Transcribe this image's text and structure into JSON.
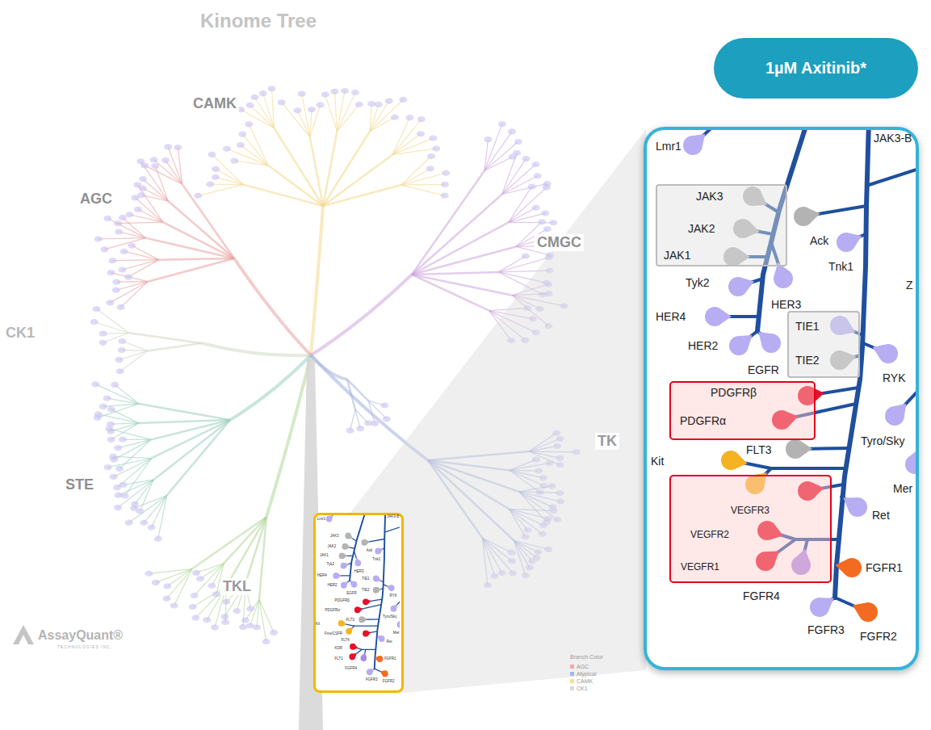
{
  "diagram": {
    "title": "Kinome Tree",
    "nodes": [
      {
        "text": [
          "Lmr1",
          "JAK3-B",
          "JAK3",
          "JAK2",
          "JAK1",
          "Tyk2",
          "Ack",
          "Tnk1",
          "HER3",
          "HER4",
          "EGFR",
          "HER2",
          "TIE1",
          "TIE2",
          "RYK",
          "PDGFRβ",
          "PDGFRα",
          "FLT3",
          "Tyro/Sky",
          "Kit",
          "Fms/CSFR",
          "Mer",
          "FLT4",
          "Ret",
          "KDR",
          "FLT1",
          "FGFR1",
          "FGFR4",
          "FGFR2",
          "FGFR3"
        ]
      },
      {
        "text": [
          "1µM Axitinib*"
        ]
      },
      {
        "text": [
          "Lmr1",
          "JAK3-B",
          "Ack",
          "Tnk1",
          "Tyk2",
          "HER3",
          "HER4",
          "EGFR",
          "HER2",
          "RYK",
          "Z",
          "FLT3",
          "Tyro/Sky",
          "Kit",
          "Mer",
          "Ret",
          "FGFR1",
          "FGFR4",
          "FGFR2",
          "FGFR3"
        ]
      },
      {
        "text": [
          "JAK3",
          "JAK2",
          "JAK1"
        ],
        "in": 2
      },
      {
        "text": [
          "TIE1",
          "TIE2"
        ],
        "in": 2
      },
      {
        "text": [
          "PDGFRβ",
          "PDGFRα"
        ],
        "in": 2
      },
      {
        "text": [
          "VEGFR3",
          "VEGFR2",
          "VEGFR1"
        ],
        "in": 2
      }
    ],
    "labels": [
      "CAMK",
      "AGC",
      "CMGC",
      "CK1",
      "STE",
      "TKL",
      "TK",
      "AssayQuant®",
      "TECHNOLOGIES INC.",
      "Branch Color"
    ],
    "legend": [
      {
        "text": "AGC",
        "color": "#f0a8a8"
      },
      {
        "text": "Atypical",
        "color": "#a8b4e6"
      },
      {
        "text": "CAMK",
        "color": "#f5dc96"
      },
      {
        "text": "CK1",
        "color": "#d9d9d9"
      }
    ]
  }
}
